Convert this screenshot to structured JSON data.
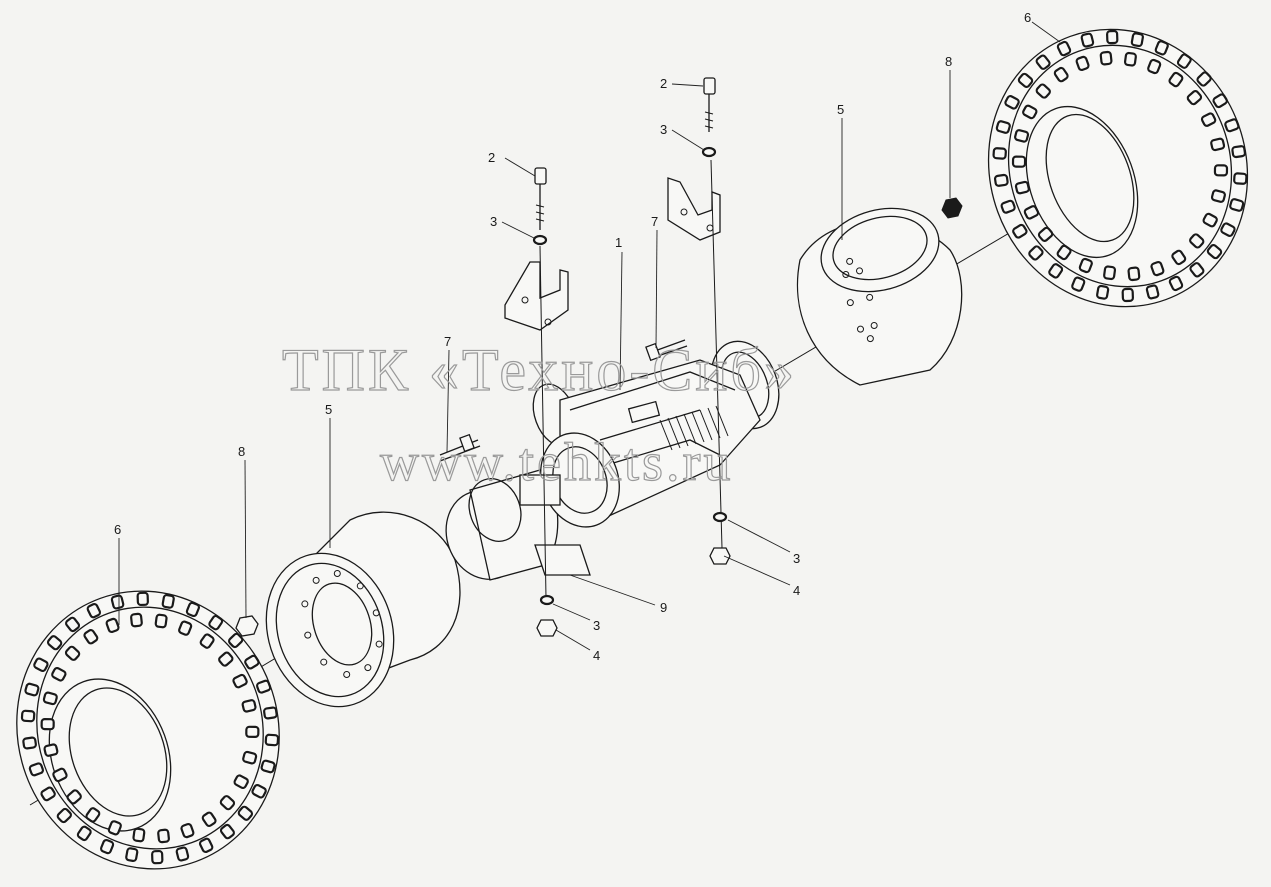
{
  "watermark": {
    "line1": "ТПК «Техно-Сиб»",
    "line2": "www.tehkts.ru"
  },
  "callouts": [
    {
      "id": "1",
      "label": "1"
    },
    {
      "id": "2a",
      "label": "2"
    },
    {
      "id": "2b",
      "label": "2"
    },
    {
      "id": "3a",
      "label": "3"
    },
    {
      "id": "3b",
      "label": "3"
    },
    {
      "id": "3c",
      "label": "3"
    },
    {
      "id": "3d",
      "label": "3"
    },
    {
      "id": "4a",
      "label": "4"
    },
    {
      "id": "4b",
      "label": "4"
    },
    {
      "id": "5a",
      "label": "5"
    },
    {
      "id": "5b",
      "label": "5"
    },
    {
      "id": "6a",
      "label": "6"
    },
    {
      "id": "6b",
      "label": "6"
    },
    {
      "id": "7a",
      "label": "7"
    },
    {
      "id": "7b",
      "label": "7"
    },
    {
      "id": "8a",
      "label": "8"
    },
    {
      "id": "8b",
      "label": "8"
    },
    {
      "id": "9",
      "label": "9"
    }
  ]
}
